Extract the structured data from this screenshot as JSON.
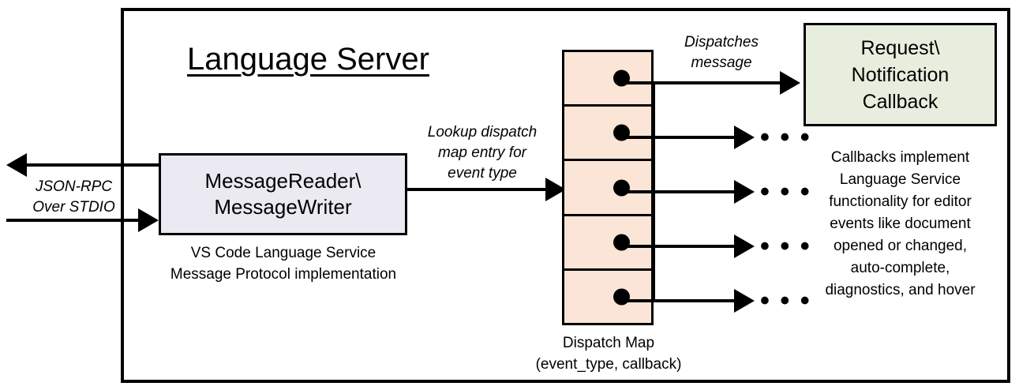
{
  "diagram": {
    "title": "Language Server",
    "server_box": {
      "label": "language-server-boundary"
    },
    "reader": {
      "line1": "MessageReader\\",
      "line2": "MessageWriter",
      "caption_line1": "VS Code Language Service",
      "caption_line2": "Message Protocol implementation"
    },
    "transport": {
      "label_line1": "JSON-RPC",
      "label_line2": "Over STDIO"
    },
    "lookup": {
      "label_line1": "Lookup dispatch",
      "label_line2": "map entry for",
      "label_line3": "event type"
    },
    "dispatch": {
      "label_line1": "Dispatches",
      "label_line2": "message",
      "caption_line1": "Dispatch Map",
      "caption_line2": "(event_type, callback)",
      "rows": [
        {
          "id": "row-1",
          "dot": "callback-dot"
        },
        {
          "id": "row-2",
          "dot": "callback-dot"
        },
        {
          "id": "row-3",
          "dot": "callback-dot"
        },
        {
          "id": "row-4",
          "dot": "callback-dot"
        },
        {
          "id": "row-5",
          "dot": "callback-dot"
        }
      ],
      "ellipsis": "• • •"
    },
    "callback": {
      "line1": "Request\\",
      "line2": "Notification",
      "line3": "Callback",
      "caption_line1": "Callbacks implement",
      "caption_line2": "Language Service",
      "caption_line3": "functionality for editor",
      "caption_line4": "events like document",
      "caption_line5": "opened or changed,",
      "caption_line6": "auto-complete,",
      "caption_line7": "diagnostics, and hover"
    },
    "colors": {
      "reader_fill": "#ebe9f2",
      "dispatch_fill": "#fbe5d6",
      "callback_fill": "#e8eede",
      "stroke": "#000000",
      "background": "#ffffff"
    }
  }
}
